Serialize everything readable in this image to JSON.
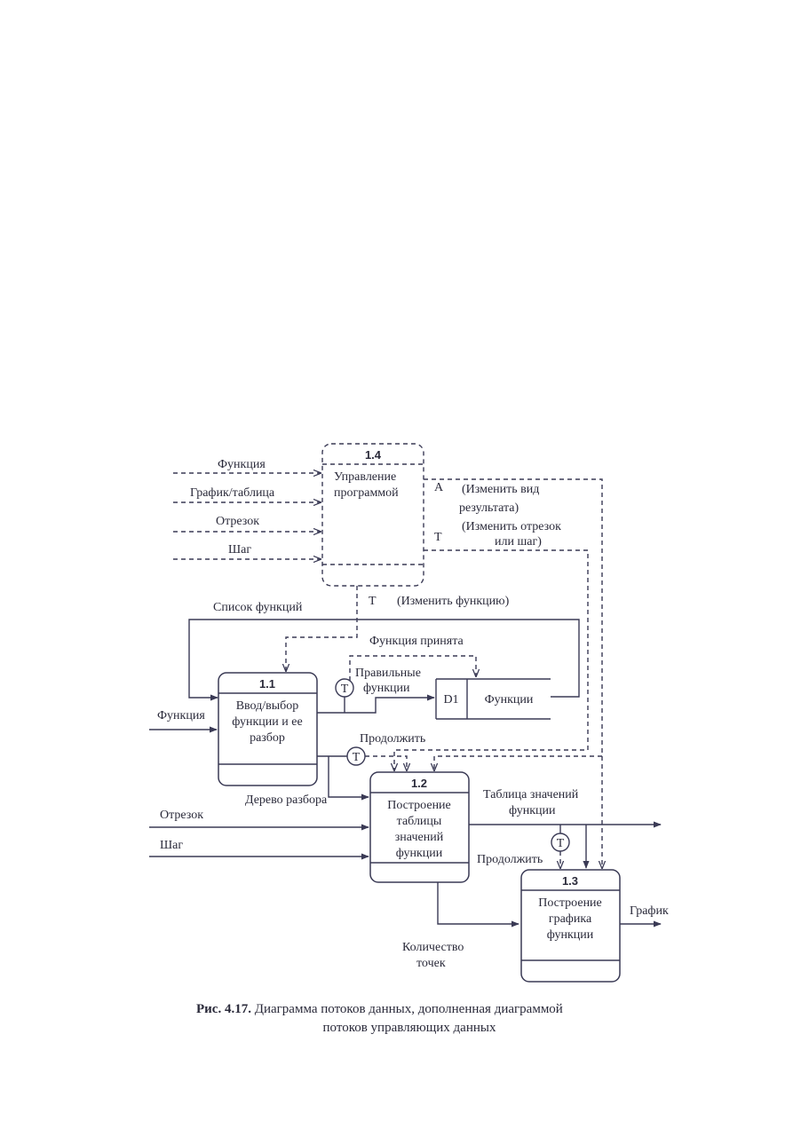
{
  "processes": {
    "p14": {
      "num": "1.4",
      "l1": "Управление",
      "l2": "программой"
    },
    "p11": {
      "num": "1.1",
      "l1": "Ввод/выбор",
      "l2": "функции и ее",
      "l3": "разбор"
    },
    "p12": {
      "num": "1.2",
      "l1": "Построение",
      "l2": "таблицы",
      "l3": "значений",
      "l4": "функции"
    },
    "p13": {
      "num": "1.3",
      "l1": "Построение",
      "l2": "графика",
      "l3": "функции"
    }
  },
  "store": {
    "id": "D1",
    "name": "Функции"
  },
  "flows": {
    "in_func_top": "Функция",
    "in_graph_table": "График/таблица",
    "in_segment_top": "Отрезок",
    "in_step_top": "Шаг",
    "func_list": "Список функций",
    "sig_a": "A",
    "change_view_1": "(Изменить вид",
    "change_view_2": "результата)",
    "sig_t1": "T",
    "change_seg_1": "(Изменить отрезок",
    "change_seg_2": "или шаг)",
    "sig_t2": "T",
    "change_func": "(Изменить функцию)",
    "func_accepted": "Функция принята",
    "correct_1": "Правильные",
    "correct_2": "функции",
    "in_func_left": "Функция",
    "continue_1": "Продолжить",
    "parse_tree": "Дерево разбора",
    "in_segment": "Отрезок",
    "in_step": "Шаг",
    "table_vals_1": "Таблица значений",
    "table_vals_2": "функции",
    "continue_2": "Продолжить",
    "points_1": "Количество",
    "points_2": "точек",
    "graph_out": "График",
    "trigger": "T"
  },
  "caption": {
    "bold": "Рис. 4.17.",
    "line1": " Диаграмма потоков данных, дополненная диаграммой",
    "line2": "потоков управляющих данных"
  }
}
